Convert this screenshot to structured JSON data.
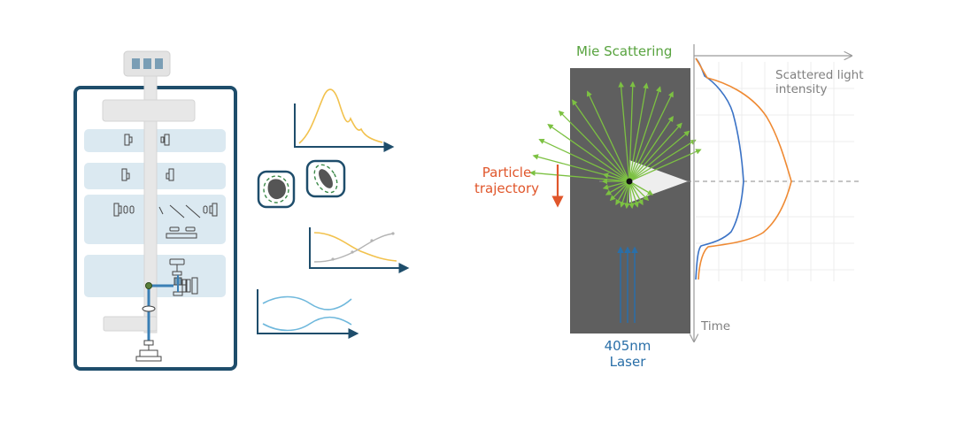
{
  "labels": {
    "mie_scattering": "Mie Scattering",
    "particle_trajectory": [
      "Particle",
      "trajectory"
    ],
    "laser": [
      "405nm",
      "Laser"
    ],
    "scattered_intensity": [
      "Scattered light",
      "intensity"
    ],
    "time_axis": "Time"
  },
  "colors": {
    "instrument_navy": "#1e4d6b",
    "panel_light_blue": "#dbe9f1",
    "structure_gray": "#e7e7e7",
    "beam_blue": "#3a7fb5",
    "curve_yellow": "#f2c24e",
    "curve_gray": "#b4b4b4",
    "curve_light_blue": "#6fb8dc",
    "scatter_green": "#7cc142",
    "label_green": "#58a33f",
    "label_orange": "#e0562b",
    "laser_blue": "#2a6fa8",
    "chamber_gray": "#5f5f5f",
    "orange_trace": "#ef8a33",
    "blue_trace": "#3b73c6",
    "axis_gray": "#9a9a9a",
    "label_gray": "#808080"
  },
  "icons": {
    "instrument": "instrument-schematic-icon",
    "particle": "particle-shape-icon",
    "spectrum_chart": "spectrum-curve-icon",
    "crossing_chart": "crossing-curves-icon",
    "wave_chart": "wave-curves-icon",
    "particle_dot": "particle-dot-icon",
    "scattering_cone": "scattering-cone-icon"
  }
}
